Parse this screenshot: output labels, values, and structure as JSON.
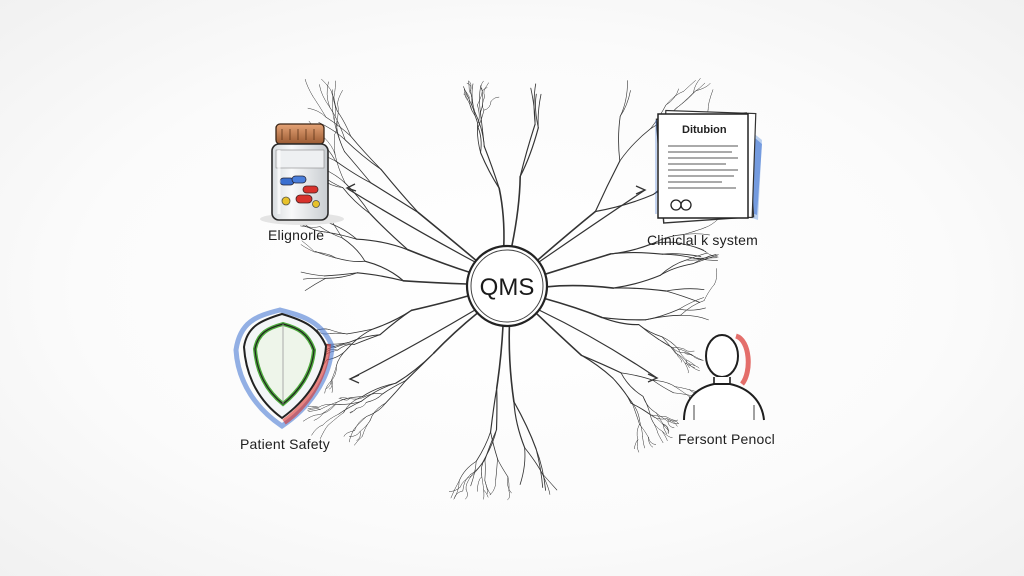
{
  "center": {
    "label": "QMS"
  },
  "nodes": {
    "medication": {
      "label": "Elignorle",
      "icon": "pill-bottle-icon"
    },
    "clinical": {
      "label": "Cliniclal k system",
      "icon": "document-icon",
      "doc_title": "Ditubion"
    },
    "patient_safety": {
      "label": "Patient Safety",
      "icon": "shield-icon"
    },
    "personnel": {
      "label": "Fersont Penocl",
      "icon": "person-icon"
    }
  },
  "colors": {
    "ink": "#2a2a2a",
    "accent_blue": "#3a6fd0",
    "accent_red": "#d8322c",
    "accent_green": "#4caa3c",
    "accent_yellow": "#e8c22a"
  }
}
